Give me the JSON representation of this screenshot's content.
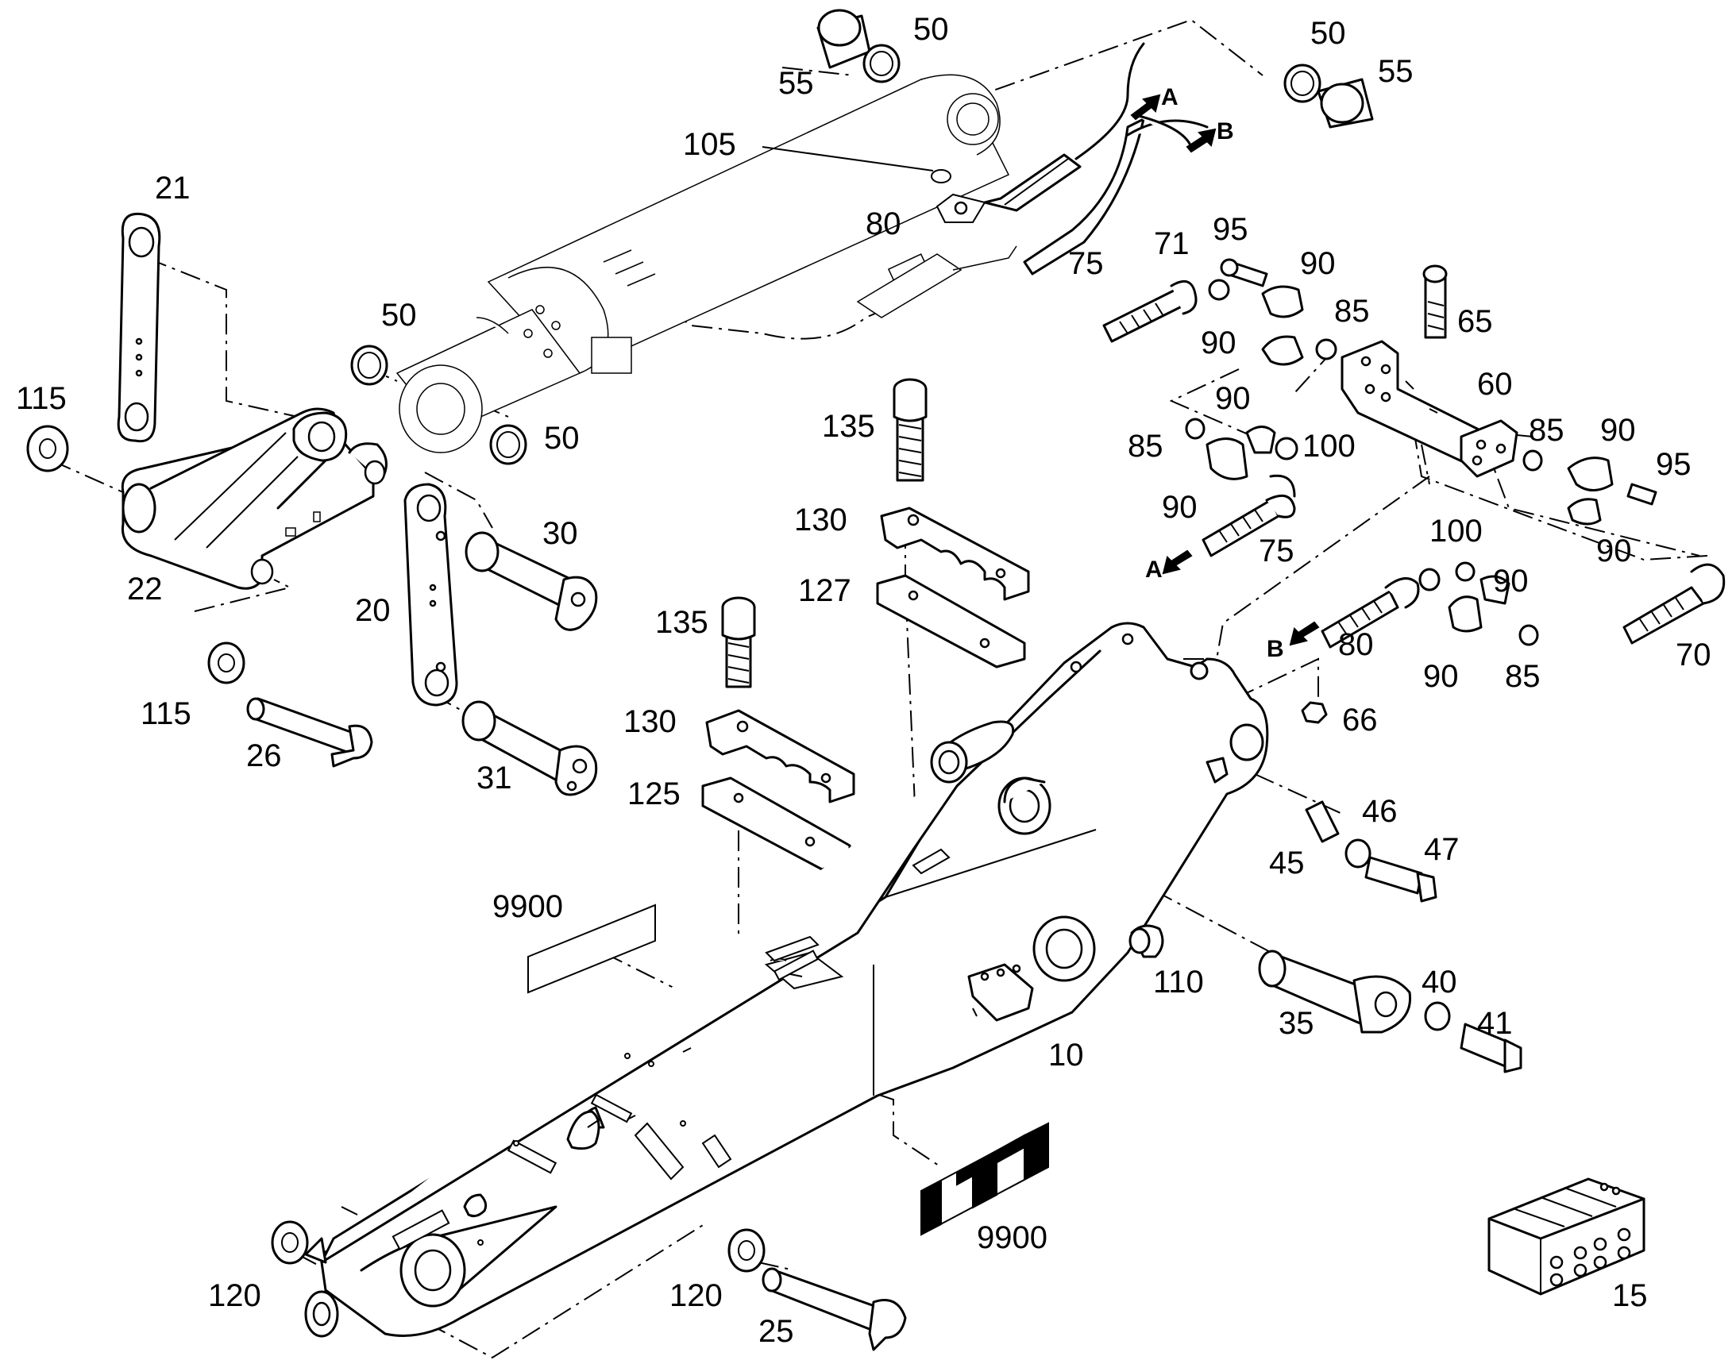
{
  "callouts": {
    "c_55_left": "55",
    "c_50_top_left": "50",
    "c_50_top_right": "50",
    "c_55_right": "55",
    "c_105": "105",
    "c_80_top": "80",
    "c_75_top": "75",
    "c_21": "21",
    "c_50_mid": "50",
    "c_50_mid_b": "50",
    "c_115_top": "115",
    "c_22": "22",
    "c_30": "30",
    "c_20": "20",
    "c_115_bot": "115",
    "c_26": "26",
    "c_31": "31",
    "c_71": "71",
    "c_95_top": "95",
    "c_90_a": "90",
    "c_85_a": "85",
    "c_65": "65",
    "c_90_b": "90",
    "c_60": "60",
    "c_135_top": "135",
    "c_90_c": "90",
    "c_85_b": "85",
    "c_100_top": "100",
    "c_85_c": "85",
    "c_90_d": "90",
    "c_95_right": "95",
    "c_90_e": "90",
    "c_75_mid": "75",
    "c_90_f": "90",
    "c_130_top": "130",
    "c_127": "127",
    "c_100_bot": "100",
    "c_90_g": "90",
    "c_135_bot": "135",
    "c_80_mid": "80",
    "c_90_h": "90",
    "c_85_d": "85",
    "c_70": "70",
    "c_130_bot": "130",
    "c_66": "66",
    "c_125": "125",
    "c_46": "46",
    "c_47": "47",
    "c_45": "45",
    "c_9900_top": "9900",
    "c_110": "110",
    "c_40": "40",
    "c_35": "35",
    "c_41": "41",
    "c_10": "10",
    "c_9900_bot": "9900",
    "c_120_left": "120",
    "c_120_mid": "120",
    "c_25": "25",
    "c_15": "15"
  },
  "arrows": {
    "a_top": "A",
    "b_top": "B",
    "a_mid": "A",
    "b_mid": "B"
  },
  "icons": [
    "hose-arrow-icon"
  ]
}
